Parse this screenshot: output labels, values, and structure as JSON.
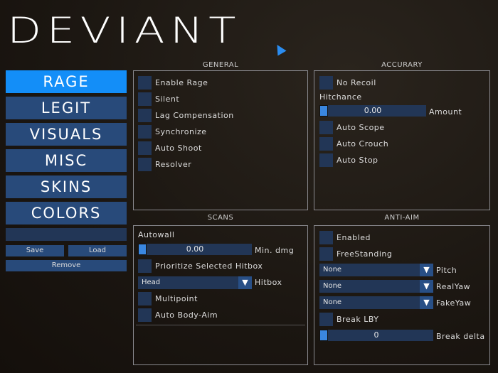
{
  "app": {
    "logo": "DEVIANT"
  },
  "nav": [
    {
      "label": "RAGE",
      "active": true
    },
    {
      "label": "LEGIT"
    },
    {
      "label": "VISUALS"
    },
    {
      "label": "MISC"
    },
    {
      "label": "SKINS"
    },
    {
      "label": "COLORS"
    }
  ],
  "config": {
    "name_value": "",
    "save": "Save",
    "load": "Load",
    "remove": "Remove"
  },
  "general": {
    "title": "GENERAL",
    "items": [
      "Enable Rage",
      "Silent",
      "Lag Compensation",
      "Synchronize",
      "Auto Shoot",
      "Resolver"
    ]
  },
  "accuracy": {
    "title": "ACCURARY",
    "no_recoil": "No Recoil",
    "hitchance_label": "Hitchance",
    "amount_value": "0.00",
    "amount_label": "Amount",
    "items": [
      "Auto Scope",
      "Auto Crouch",
      "Auto Stop"
    ]
  },
  "scans": {
    "title": "SCANS",
    "autowall": "Autowall",
    "min_dmg_value": "0.00",
    "min_dmg_label": "Min. dmg",
    "prioritize": "Prioritize Selected Hitbox",
    "hitbox_value": "Head",
    "hitbox_label": "Hitbox",
    "multipoint": "Multipoint",
    "auto_body_aim": "Auto Body-Aim"
  },
  "antiaim": {
    "title": "ANTI-AIM",
    "enabled": "Enabled",
    "freestanding": "FreeStanding",
    "pitch_value": "None",
    "pitch_label": "Pitch",
    "realyaw_value": "None",
    "realyaw_label": "RealYaw",
    "fakeyaw_value": "None",
    "fakeyaw_label": "FakeYaw",
    "break_lby": "Break LBY",
    "break_delta_value": "0",
    "break_delta_label": "Break delta"
  },
  "colors": {
    "accent": "#138ef8",
    "button": "#284a7a",
    "control": "#223656"
  }
}
